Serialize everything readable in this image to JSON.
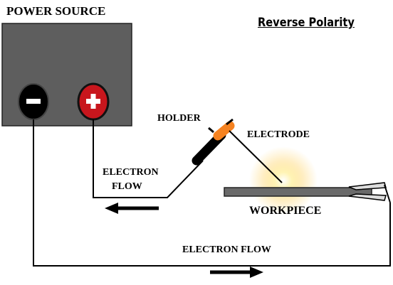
{
  "title": "Reverse Polarity",
  "labels": {
    "power_source": "POWER SOURCE",
    "holder": "HOLDER",
    "electrode": "ELECTRODE",
    "electron_flow_top_line1": "ELECTRON",
    "electron_flow_top_line2": "FLOW",
    "workpiece": "WORKPIECE",
    "electron_flow_bottom": "ELECTRON FLOW"
  },
  "terminals": {
    "negative_symbol": "−",
    "positive_symbol": "+"
  },
  "colors": {
    "power_box": "#5e5e5e",
    "negative_terminal": "#000000",
    "positive_terminal": "#c8161d",
    "holder_tip": "#f58220",
    "workpiece": "#6a6a6a",
    "arc_glow": "#ffd97a"
  }
}
